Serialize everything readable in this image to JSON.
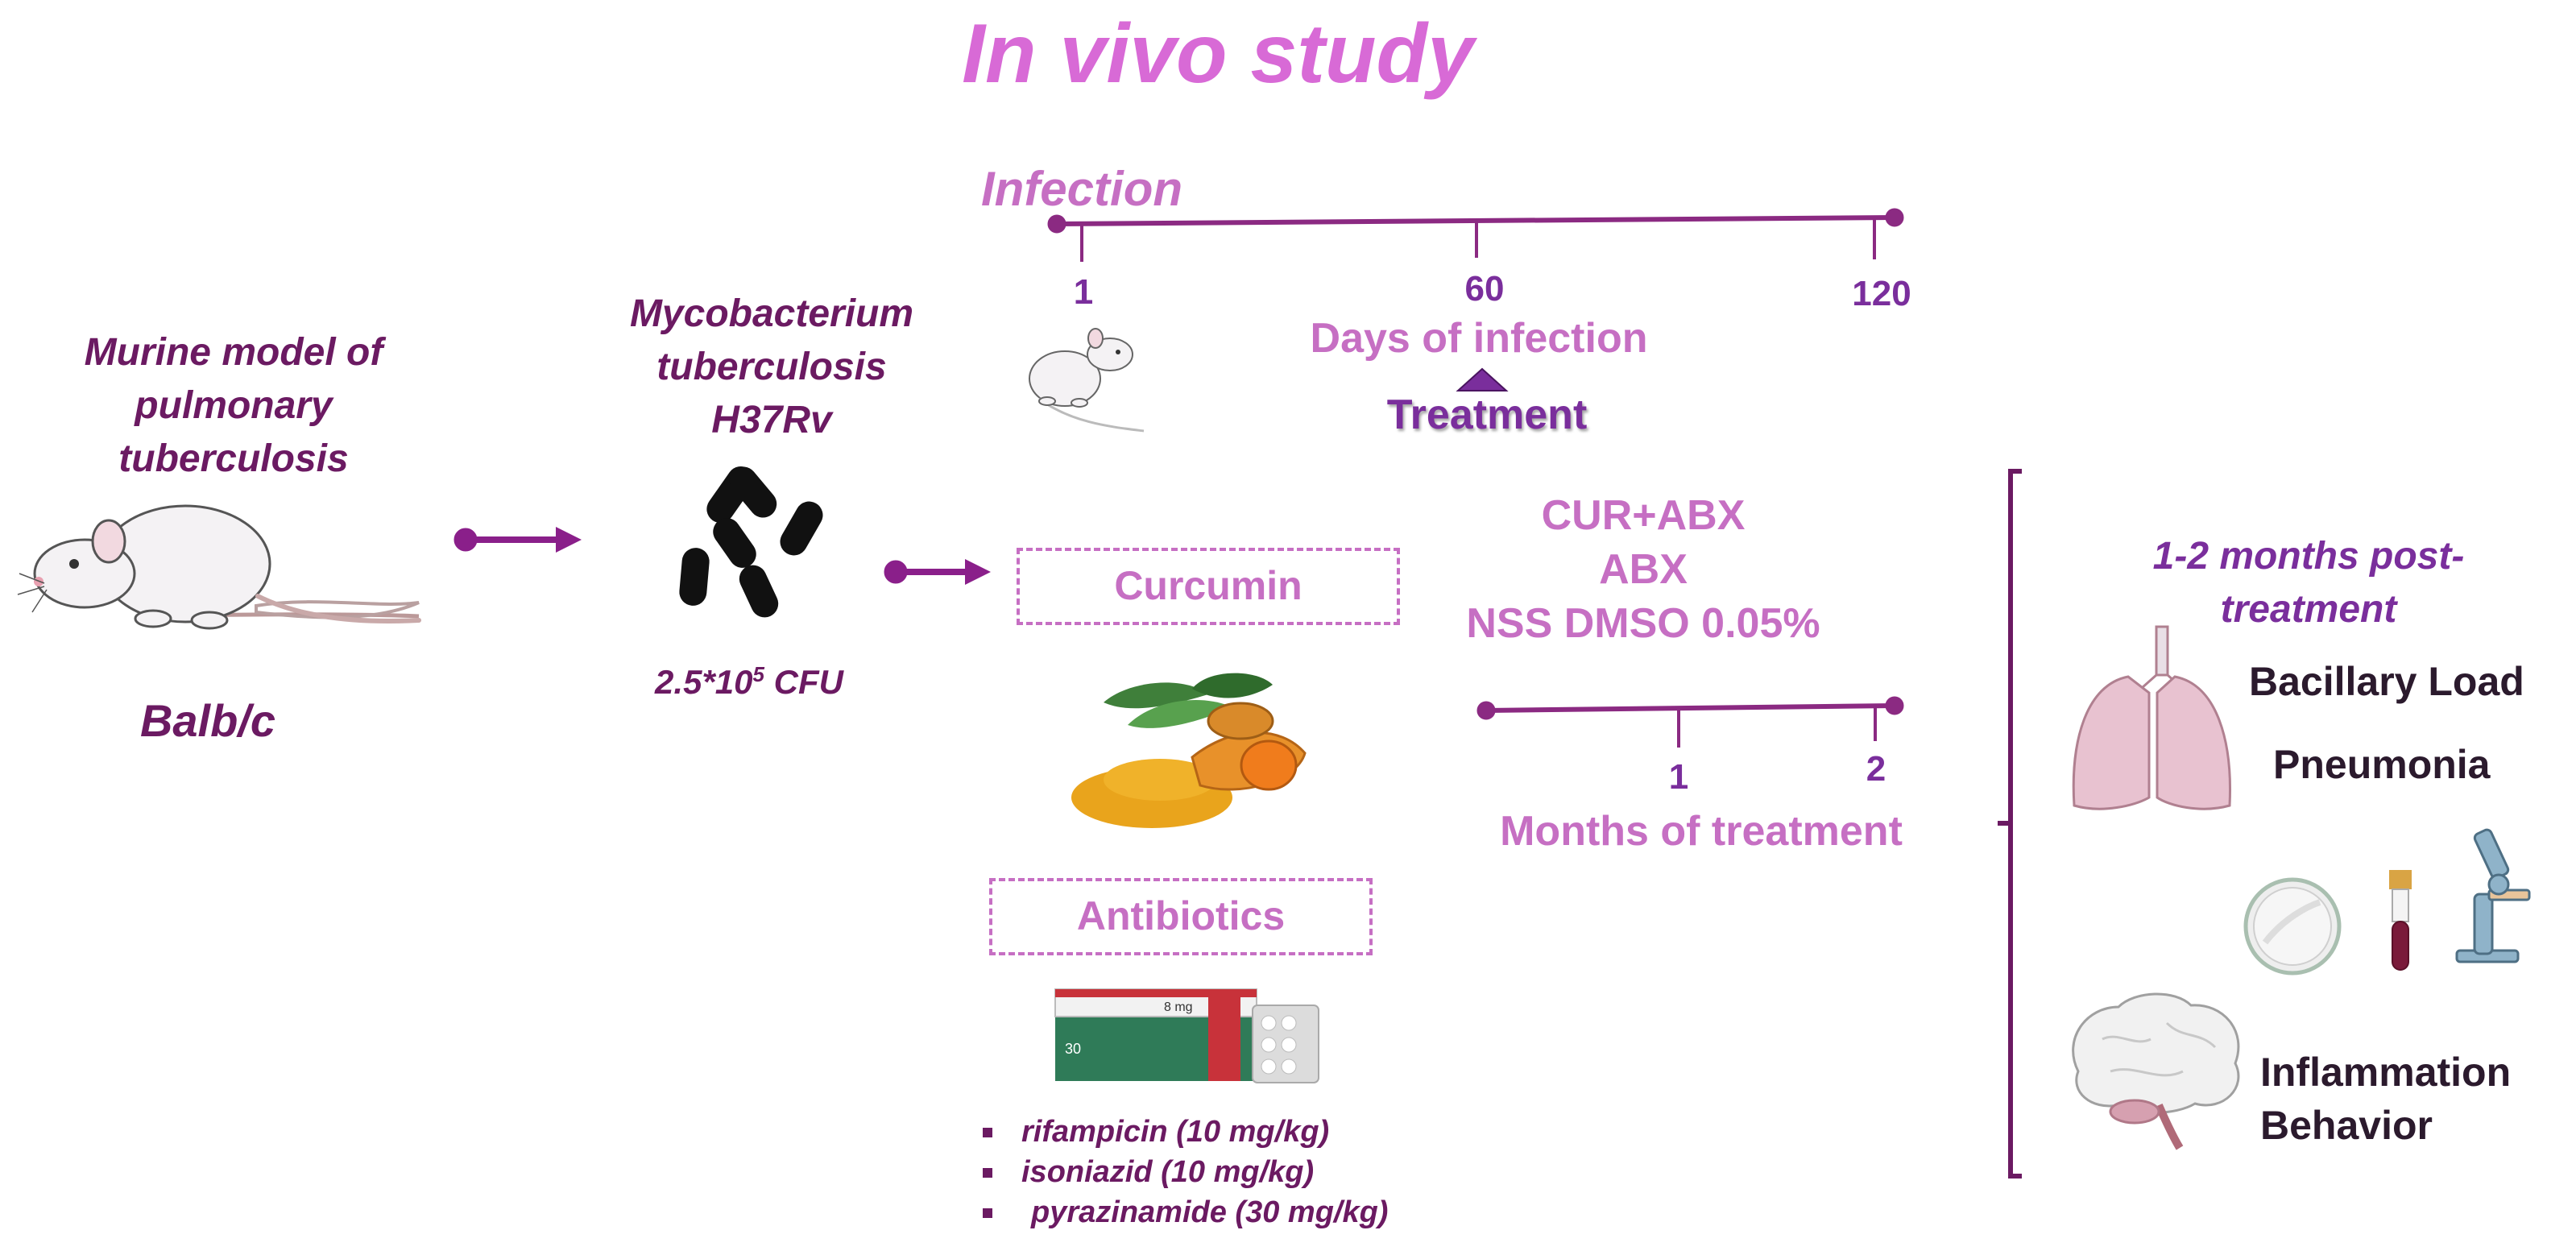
{
  "title": "In vivo study",
  "model": {
    "label_lines": [
      "Murine model of",
      "pulmonary",
      "tuberculosis"
    ],
    "strain": "Balb/c"
  },
  "bacterium": {
    "label_lines": [
      "Mycobacterium",
      "tuberculosis",
      "H37Rv"
    ],
    "dose_prefix": "2.5*10",
    "dose_exp": "5",
    "dose_suffix": " CFU"
  },
  "infection_timeline": {
    "title": "Infection",
    "ticks": [
      "1",
      "60",
      "120"
    ],
    "axis_label": "Days of infection",
    "marker_label": "Treatment"
  },
  "interventions": {
    "curcumin": "Curcumin",
    "antibiotics": "Antibiotics",
    "drugs": [
      "rifampicin (10 mg/kg)",
      "isoniazid (10 mg/kg)",
      "pyrazinamide (30 mg/kg)"
    ],
    "box_text_count": "30",
    "box_text_dose": "8 mg"
  },
  "groups": [
    "CUR+ABX",
    "ABX",
    "NSS DMSO 0.05%"
  ],
  "treatment_timeline": {
    "ticks": [
      "1",
      "2"
    ],
    "axis_label": "Months of treatment"
  },
  "outcomes": {
    "header_lines": [
      "1-2 months post-",
      "treatment"
    ],
    "lung_items": [
      "Bacillary Load",
      "Pneumonia"
    ],
    "brain_items": [
      "Inflammation",
      "Behavior"
    ]
  },
  "colors": {
    "dark_purple": "#6b1a62",
    "pink": "#c66fc3",
    "title_pink": "#d86ad6",
    "violet": "#7a2e9c",
    "arrow": "#8a1f8a",
    "line": "#8b2a82"
  },
  "icons": [
    "mouse-icon",
    "bacteria-icon",
    "turmeric-icon",
    "pill-box-icon",
    "lungs-icon",
    "petri-dish-icon",
    "blood-tube-icon",
    "microscope-icon",
    "brain-icon"
  ]
}
